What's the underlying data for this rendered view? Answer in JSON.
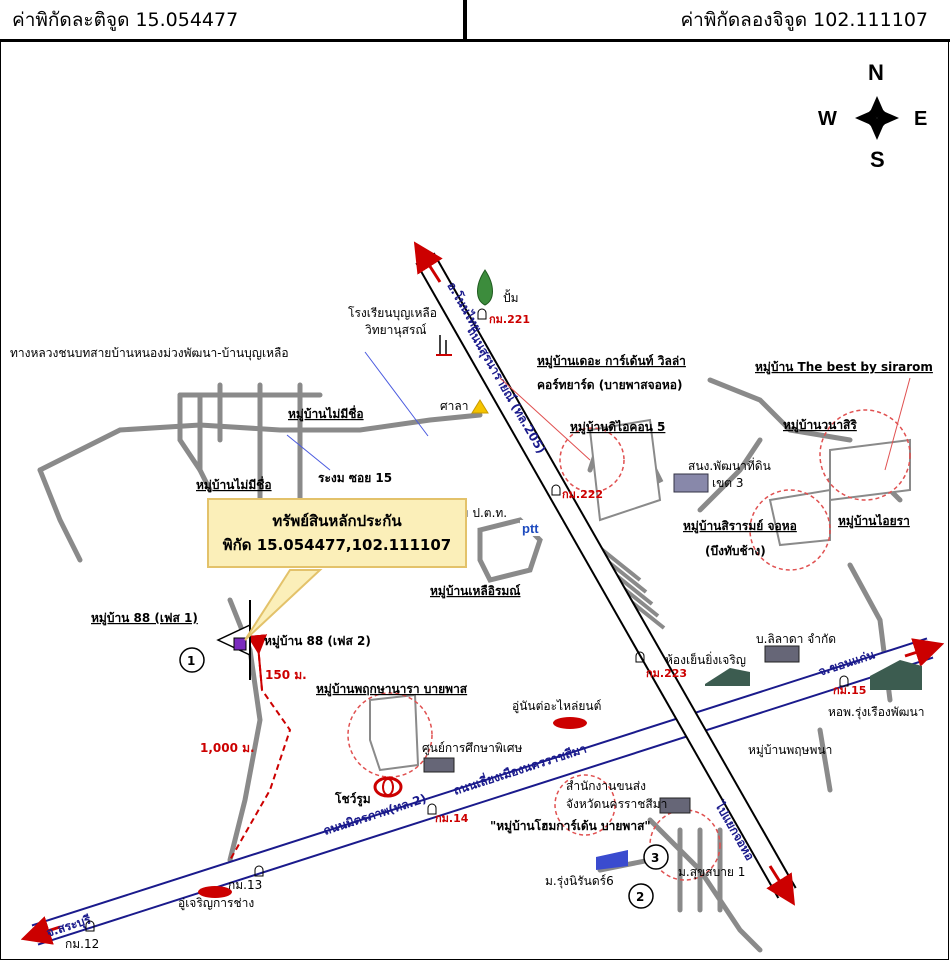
{
  "header": {
    "latitude_label": "ค่าพิกัดละติจูด 15.054477",
    "longitude_label": "ค่าพิกัดลองจิจูด 102.111107"
  },
  "compass": {
    "n": "N",
    "s": "S",
    "e": "E",
    "w": "W"
  },
  "callout": {
    "title": "ทรัพย์สินหลักประกัน",
    "coords": "พิกัด 15.054477,102.111107"
  },
  "roads": {
    "road205_a": "อ.โนนไทย",
    "road205_b": "ถนนสุรนารายณ์ (ทล.205)",
    "road2": "ถนนมิตรภาพ(ทล.2)",
    "bypass": "ถนนเลี่ยงเมืองนครราชสีมา",
    "to_nongkhai": "ไปแยกจอหอ",
    "to_saraburi": "จ.สระบุรี",
    "to_khonkaen": "จ.ขอนแก่น"
  },
  "places": {
    "pump": "ปั้ม",
    "school_1": "โรงเรียนบุญเหลือ",
    "school_2": "วิทยานุสรณ์",
    "rural_road": "ทางหลวงชนบทสายบ้านหนองม่วงพัฒนา-บ้านบุญเหลือ",
    "sala": "ศาลา",
    "no_name_1": "หมู่บ้านไม่มีชื่อ",
    "no_name_2": "หมู่บ้านไม่มีชื่อ",
    "rayong_soi": "ระงม ซอย 15",
    "garden_1": "หมู่บ้านเดอะ การ์เด้นท์ วิลล่า",
    "garden_2": "คอร์ทยาร์ด (บายพาสจอหอ)",
    "best": "หมู่บ้าน The best by sirarom",
    "diicon": "หมู่บ้านดิไอคอน 5",
    "wanasiri": "หมู่บ้านวนาสิริ",
    "land_office_1": "สนง.พัฒนาที่ดิน",
    "land_office_2": "เขต 3",
    "aira": "หมู่บ้านไอยรา",
    "ptt_pump": "ปั้ม ป.ต.ท.",
    "sirarom_1": "หมู่บ้านสิรารมย์ จอหอ",
    "sirarom_2": "(บึงทับช้าง)",
    "luea_rom": "หมู่บ้านเหลือิรมณ์",
    "village88_1": "หมู่บ้าน 88 (เฟส 1)",
    "village88_2": "หมู่บ้าน 88 (เฟส 2)",
    "cold_room": "ห้องเย็นยิ่งเจริญ",
    "lasda": "บ.ลิลาดา จำกัด",
    "hostel": "หอพ.รุ่งเรืองพัฒนา",
    "pruksa_bypass": "หมู่บ้านพฤกษานารา บายพาส",
    "car_parts": "อู่นันต่อะไหล่ยนต์",
    "special_ed": "ศูนย์การศึกษาพิเศษ",
    "showroom": "โชว์รูม",
    "transport_1": "สำนักงานขนส่ง",
    "transport_2": "จังหวัดนครราชสีมา",
    "pruksa_nana": "หมู่บ้านพฤษพนา",
    "home_garden": "\"หมู่บ้านโฮมการ์เด้น บายพาส\"",
    "rungniran": "ม.รุ่งนิรันดร์6",
    "suksabai": "ม.สุขสบาย 1",
    "garage": "อู่เจริญการช่าง"
  },
  "markers": {
    "km221": "กม.221",
    "km222": "กม.222",
    "km223": "กม.223",
    "km15": "กม.15",
    "km14": "กม.14",
    "km13": "กม.13",
    "km12": "กม.12"
  },
  "distances": {
    "d150": "150 ม.",
    "d1000": "1,000 ม."
  },
  "numbers": {
    "n1": "1",
    "n2": "2",
    "n3": "3"
  },
  "colors": {
    "road_blue": "#1a1a8c",
    "arrow_red": "#cc0000",
    "callout_bg": "#fbefb9"
  }
}
